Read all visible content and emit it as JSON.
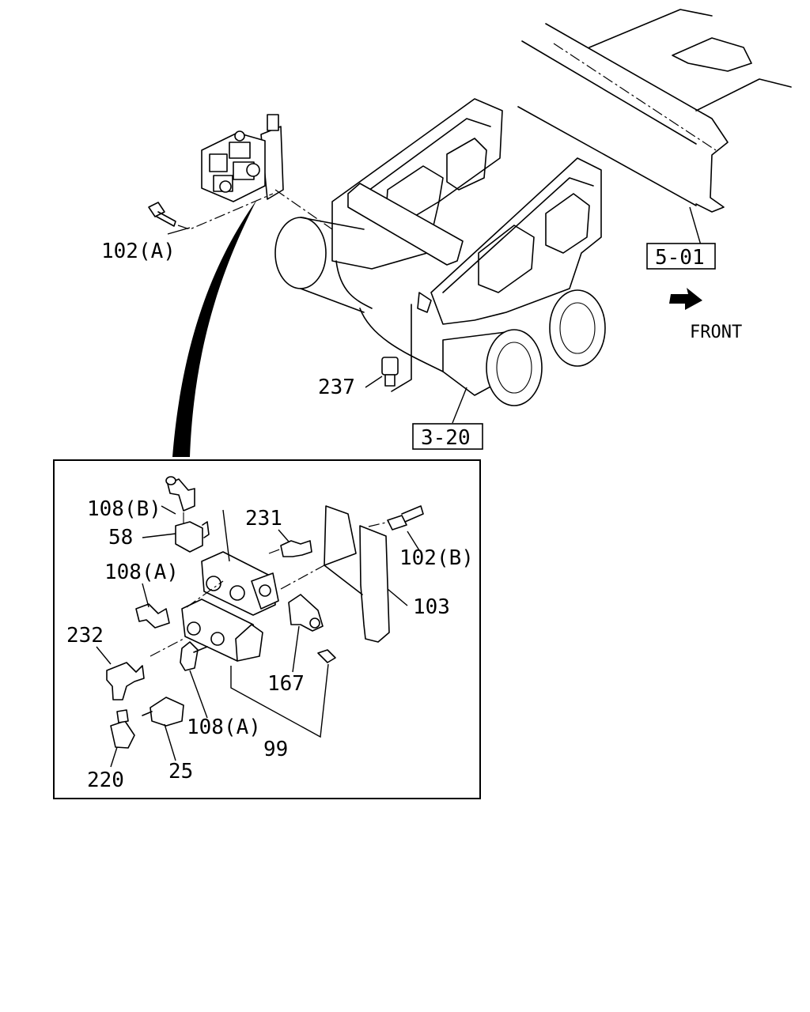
{
  "labels": {
    "p102a": "102(A)",
    "p501": "5-01",
    "front": "FRONT",
    "p237": "237",
    "p320": "3-20",
    "p108b": "108(B)",
    "p58": "58",
    "p231": "231",
    "p102b": "102(B)",
    "p108a_top": "108(A)",
    "p103": "103",
    "p232": "232",
    "p167": "167",
    "p108a_bot": "108(A)",
    "p99": "99",
    "p220": "220",
    "p25": "25"
  }
}
